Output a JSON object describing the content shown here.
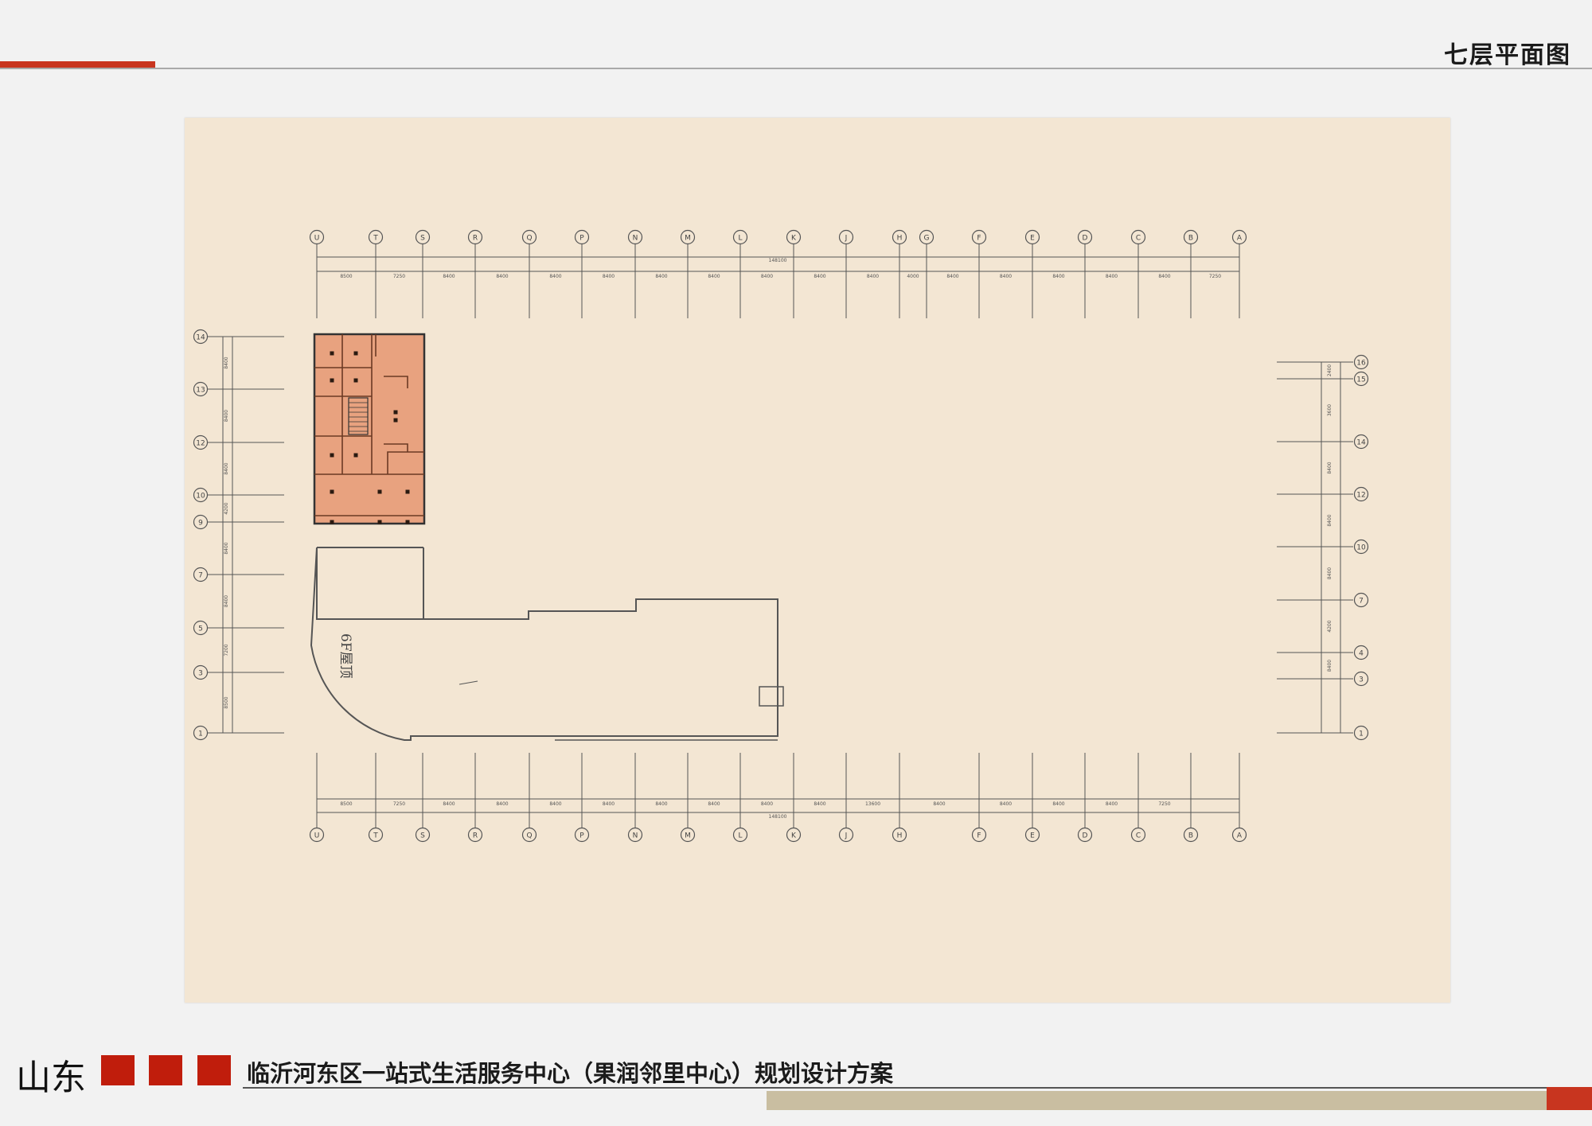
{
  "header": {
    "sheet_title": "七层平面图"
  },
  "footer": {
    "brand": "山东",
    "project_title": "临沂河东区一站式生活服务中心（果润邻里中心）规划设计方案"
  },
  "plan": {
    "roof_label": "6F屋顶",
    "top_axes": [
      "U",
      "T",
      "S",
      "R",
      "Q",
      "P",
      "N",
      "M",
      "L",
      "K",
      "J",
      "H",
      "G",
      "F",
      "E",
      "D",
      "C",
      "B",
      "A"
    ],
    "bottom_axes": [
      "U",
      "T",
      "S",
      "R",
      "Q",
      "P",
      "N",
      "M",
      "L",
      "K",
      "J",
      "H",
      "F",
      "E",
      "D",
      "C",
      "B",
      "A"
    ],
    "left_axes": [
      "14",
      "13",
      "12",
      "10",
      "9",
      "7",
      "5",
      "3",
      "1"
    ],
    "right_axes": [
      "16",
      "15",
      "14",
      "12",
      "10",
      "7",
      "4",
      "3",
      "1"
    ],
    "top_dims": [
      "8500",
      "7250",
      "8400",
      "8400",
      "8400",
      "8400",
      "8400",
      "8400",
      "8400",
      "8400",
      "8400",
      "4000",
      "8400",
      "8400",
      "8400",
      "8400",
      "8400",
      "7250"
    ],
    "bottom_dims": [
      "8500",
      "7250",
      "8400",
      "8400",
      "8400",
      "8400",
      "8400",
      "8400",
      "8400",
      "8400",
      "13600",
      "8400",
      "8400",
      "8400",
      "8400",
      "7250"
    ],
    "left_dims": [
      "8400",
      "8400",
      "8400",
      "4200",
      "8400",
      "8400",
      "7200",
      "8500"
    ],
    "right_dims": [
      "2400",
      "3600",
      "8400",
      "8400",
      "8400",
      "4200",
      "8400"
    ],
    "overall_dim": "148100",
    "colors": {
      "highlight_fill": "#e8a27f",
      "paper": "#f3e6d3",
      "line": "#555555",
      "accent": "#c8351f"
    }
  }
}
